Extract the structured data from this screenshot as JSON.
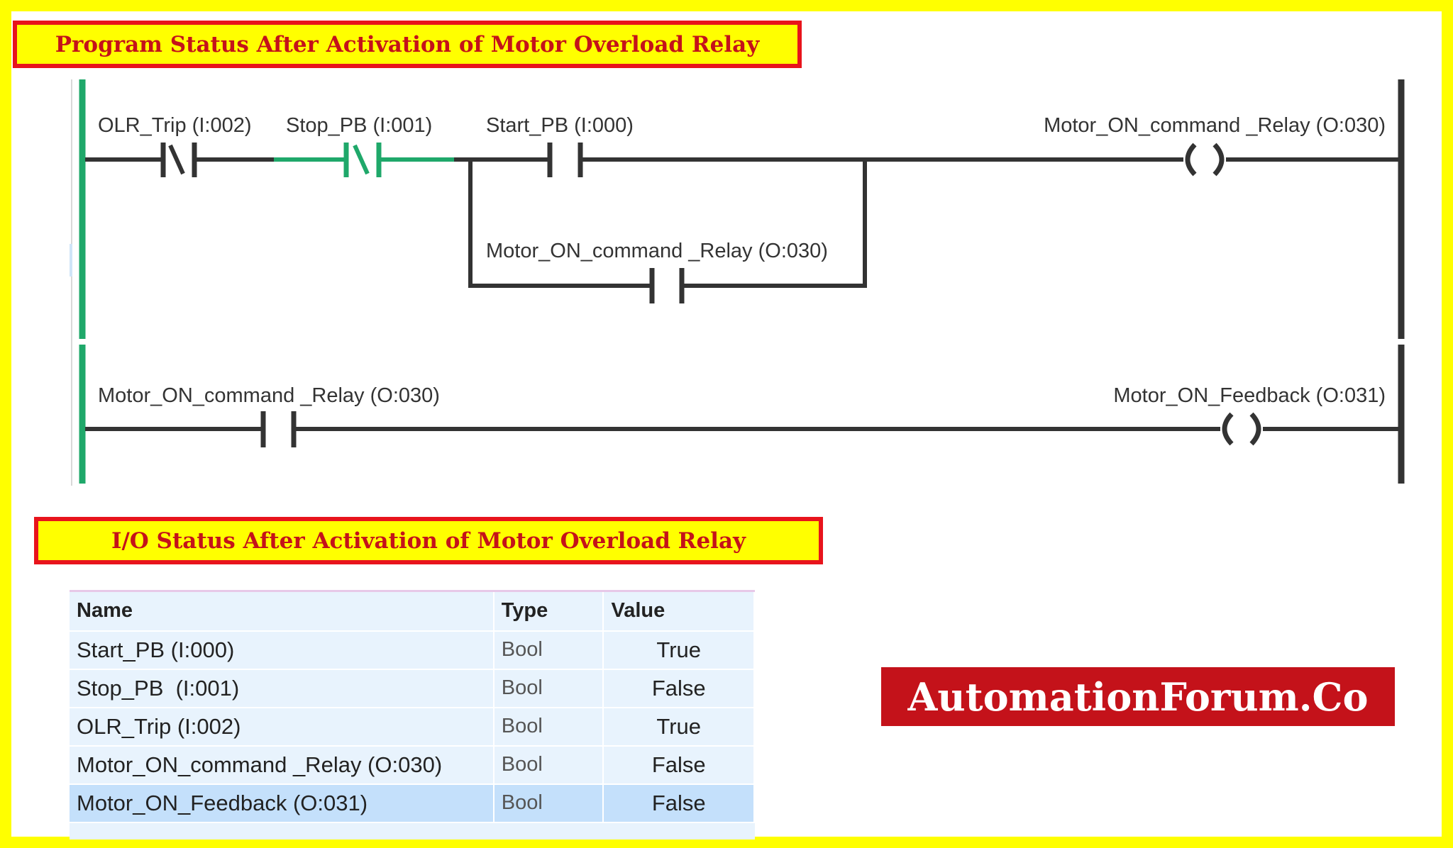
{
  "colors": {
    "border_yellow": "#ffff00",
    "banner_red": "#e8141c",
    "banner_text": "#c4121a",
    "energized_green": "#1fa86a",
    "wire_gray": "#333333",
    "table_row": "#e8f3fd",
    "table_selected": "#c4e0fb",
    "logo_bg": "#c4121a"
  },
  "program_banner": {
    "title": "Program Status After Activation of Motor Overload Relay"
  },
  "ladder": {
    "rung1": {
      "olr_trip_label": "OLR_Trip (I:002)",
      "stop_pb_label": "Stop_PB (I:001)",
      "start_pb_label": "Start_PB (I:000)",
      "coil_label": "Motor_ON_command _Relay (O:030)",
      "latch_label": "Motor_ON_command _Relay (O:030)"
    },
    "rung2": {
      "contact_label": "Motor_ON_command _Relay (O:030)",
      "coil_label": "Motor_ON_Feedback (O:031)"
    }
  },
  "io_banner": {
    "title": "I/O Status After Activation of Motor Overload Relay"
  },
  "io_table": {
    "headers": {
      "name": "Name",
      "type": "Type",
      "value": "Value"
    },
    "rows": [
      {
        "name": "Start_PB (I:000)",
        "type": "Bool",
        "value": "True"
      },
      {
        "name": "Stop_PB  (I:001)",
        "type": "Bool",
        "value": "False"
      },
      {
        "name": "OLR_Trip (I:002)",
        "type": "Bool",
        "value": "True"
      },
      {
        "name": "Motor_ON_command _Relay (O:030)",
        "type": "Bool",
        "value": "False"
      },
      {
        "name": "Motor_ON_Feedback (O:031)",
        "type": "Bool",
        "value": "False"
      }
    ]
  },
  "logo": {
    "text": "AutomationForum.Co"
  }
}
